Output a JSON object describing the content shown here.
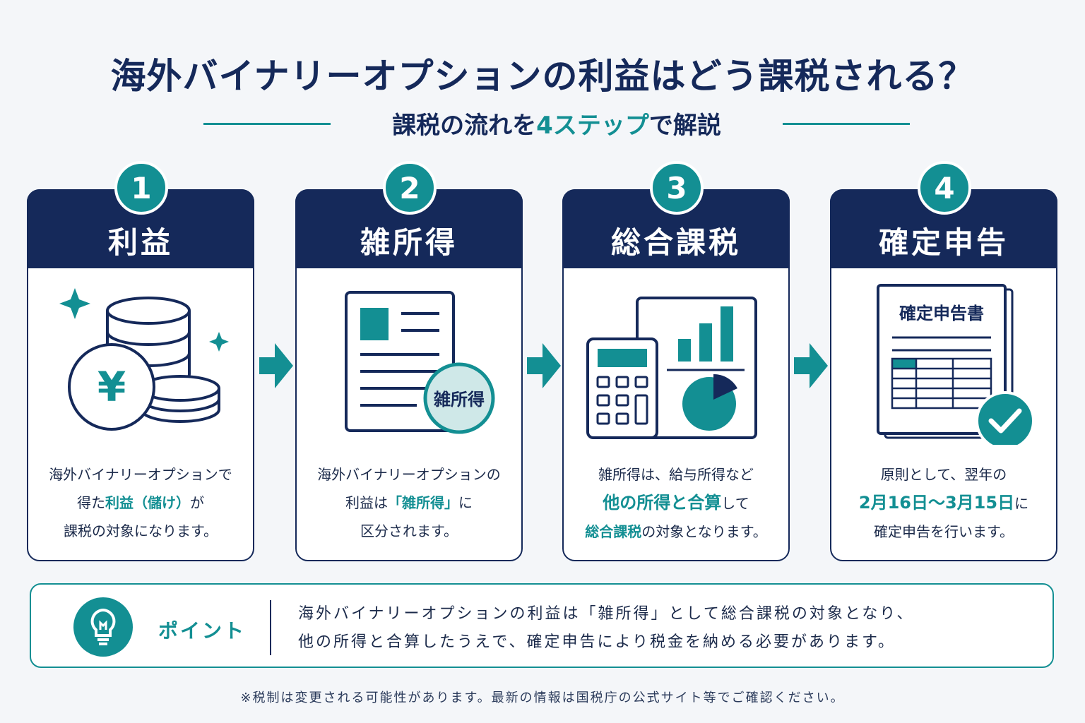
{
  "title": "海外バイナリーオプションの利益はどう課税される？",
  "subtitle": {
    "pre": "課税の流れを",
    "accent": "4ステップ",
    "post": "で解説"
  },
  "steps": [
    {
      "number": "1",
      "title": "利益",
      "lines": [
        {
          "parts": [
            {
              "t": "海外バイナリーオプションで"
            }
          ]
        },
        {
          "parts": [
            {
              "t": "得た"
            },
            {
              "t": "利益（儲け）",
              "hl": true
            },
            {
              "t": "が"
            }
          ]
        },
        {
          "parts": [
            {
              "t": "課税の対象になります。"
            }
          ]
        }
      ]
    },
    {
      "number": "2",
      "title": "雑所得",
      "badge_text": "雑所得",
      "lines": [
        {
          "parts": [
            {
              "t": "海外バイナリーオプションの"
            }
          ]
        },
        {
          "parts": [
            {
              "t": "利益は"
            },
            {
              "t": "「雑所得」",
              "hl": true
            },
            {
              "t": "に"
            }
          ]
        },
        {
          "parts": [
            {
              "t": "区分されます。"
            }
          ]
        }
      ]
    },
    {
      "number": "3",
      "title": "総合課税",
      "lines": [
        {
          "parts": [
            {
              "t": "雑所得は、給与所得など"
            }
          ]
        },
        {
          "parts": [
            {
              "t": "他の所得と合算",
              "hl": true,
              "big": true
            },
            {
              "t": "して"
            }
          ]
        },
        {
          "parts": [
            {
              "t": "総合課税",
              "hl": true
            },
            {
              "t": "の対象となります。"
            }
          ]
        }
      ]
    },
    {
      "number": "4",
      "title": "確定申告",
      "form_title": "確定申告書",
      "lines": [
        {
          "parts": [
            {
              "t": "原則として、翌年の"
            }
          ]
        },
        {
          "parts": [
            {
              "t": "2月16日〜3月15日",
              "hl": true,
              "big": true
            },
            {
              "t": "に"
            }
          ]
        },
        {
          "parts": [
            {
              "t": "確定申告を行います。"
            }
          ]
        }
      ]
    }
  ],
  "point": {
    "label": "ポイント",
    "line1": "海外バイナリーオプションの利益は「雑所得」として総合課税の対象となり、",
    "line2": "他の所得と合算したうえで、確定申告により税金を納める必要があります。"
  },
  "footnote": "※税制は変更される可能性があります。最新の情報は国税庁の公式サイト等でご確認ください。",
  "colors": {
    "navy": "#15295a",
    "teal": "#138f93",
    "light_teal": "#cfe8e8"
  },
  "icons": {
    "step1": "yen-coins-icon",
    "step2": "document-badge-icon",
    "step3": "calculator-chart-icon",
    "step4": "tax-return-form-icon",
    "point": "lightbulb-icon",
    "arrow": "arrow-right-icon"
  }
}
